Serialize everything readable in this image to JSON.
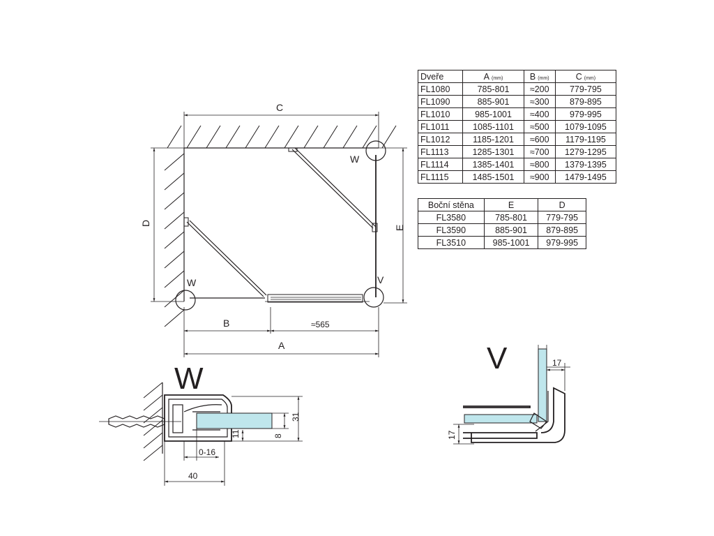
{
  "plan": {
    "labels": {
      "A": "A",
      "B": "B",
      "C": "C",
      "D": "D",
      "E": "E",
      "gap": "≈565",
      "W1": "W",
      "W2": "W",
      "V": "V"
    }
  },
  "doors_table": {
    "headers": [
      "Dveře",
      "A",
      "B",
      "C"
    ],
    "unit": "(mm)",
    "rows": [
      [
        "FL1080",
        "785-801",
        "≈200",
        "779-795"
      ],
      [
        "FL1090",
        "885-901",
        "≈300",
        "879-895"
      ],
      [
        "FL1010",
        "985-1001",
        "≈400",
        "979-995"
      ],
      [
        "FL1011",
        "1085-1101",
        "≈500",
        "1079-1095"
      ],
      [
        "FL1012",
        "1185-1201",
        "≈600",
        "1179-1195"
      ],
      [
        "FL1113",
        "1285-1301",
        "≈700",
        "1279-1295"
      ],
      [
        "FL1114",
        "1385-1401",
        "≈800",
        "1379-1395"
      ],
      [
        "FL1115",
        "1485-1501",
        "≈900",
        "1479-1495"
      ]
    ]
  },
  "side_table": {
    "headers": [
      "Boční stěna",
      "E",
      "D"
    ],
    "rows": [
      [
        "FL3580",
        "785-801",
        "779-795"
      ],
      [
        "FL3590",
        "885-901",
        "879-895"
      ],
      [
        "FL3510",
        "985-1001",
        "979-995"
      ]
    ]
  },
  "detail_w": {
    "title": "W",
    "dims": {
      "d31": "31",
      "d11": "11",
      "d8": "8",
      "d016": "0-16",
      "d40": "40"
    }
  },
  "detail_v": {
    "title": "V",
    "dims": {
      "d17a": "17",
      "d17b": "17"
    }
  }
}
